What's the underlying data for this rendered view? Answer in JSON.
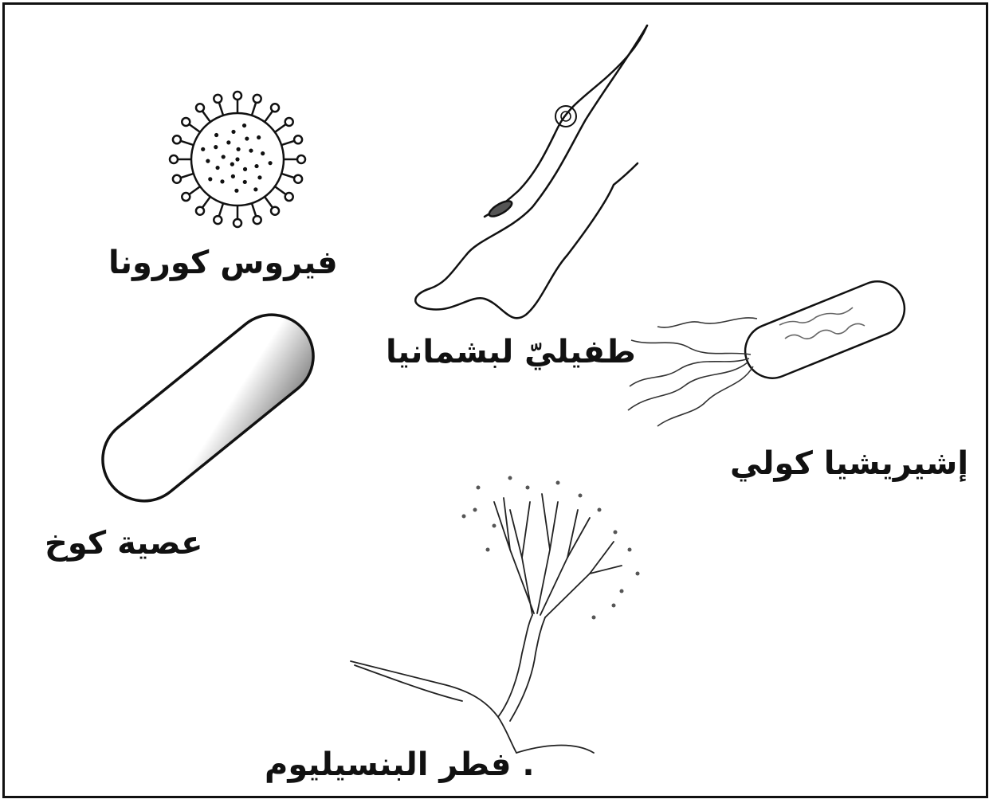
{
  "organisms": {
    "coronavirus": {
      "label": "فيروس كورونا",
      "icon": "virus-icon"
    },
    "leishmania": {
      "label": "طفيليّ لبشمانيا",
      "icon": "flagellate-parasite-icon"
    },
    "koch_bacillus": {
      "label": "عصية كوخ",
      "icon": "rod-bacterium-icon"
    },
    "ecoli": {
      "label": "إشيريشيا كولي",
      "icon": "flagellated-bacterium-icon"
    },
    "penicillium": {
      "label": ". فطر البنسيليوم",
      "icon": "mold-icon"
    }
  },
  "colors": {
    "ink": "#111111",
    "shade": "#666666",
    "paper": "#ffffff"
  }
}
